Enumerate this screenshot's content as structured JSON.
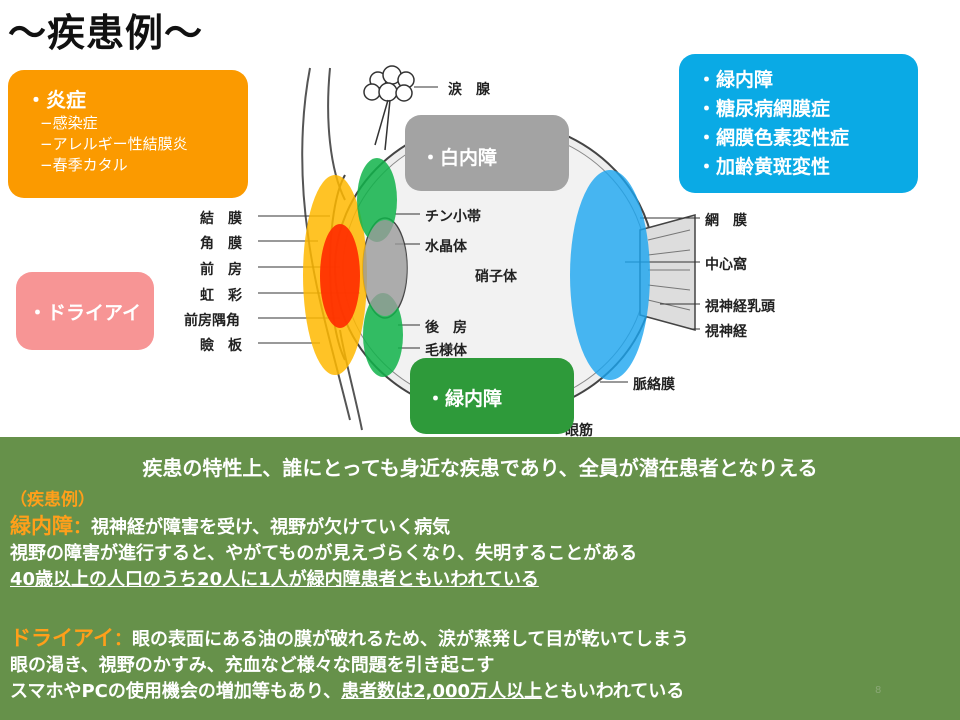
{
  "title": "～疾患例～",
  "boxes": {
    "inflammation": {
      "head": "・炎症",
      "items": [
        "−感染症",
        "−アレルギー性結膜炎",
        "−春季カタル"
      ]
    },
    "dry_eye": "・ドライアイ",
    "cataract": "・白内障",
    "glaucoma": "・緑内障",
    "retina": [
      "・緑内障",
      "・糖尿病網膜症",
      "・網膜色素変性症",
      "・加齢黄斑変性"
    ]
  },
  "labels": {
    "lacrimal_gland": "涙　腺",
    "conjunctiva": "結　膜",
    "cornea": "角　膜",
    "anterior_chamber": "前　房",
    "iris": "虹　彩",
    "angle": "前房隅角",
    "eyelid": "瞼　板",
    "zonule": "チン小帯",
    "lens": "水晶体",
    "vitreous": "硝子体",
    "posterior_chamber": "後　房",
    "ciliary": "毛様体",
    "retina": "網　膜",
    "fovea": "中心窩",
    "optic_disc": "視神経乳頭",
    "optic_nerve": "視神経",
    "choroid": "脈絡膜",
    "eye_muscle": "眼筋"
  },
  "bottom": {
    "summary": "疾患の特性上、誰にとっても身近な疾患であり、全員が潜在患者となりえる",
    "header": "（疾患例）",
    "glaucoma": {
      "name": "緑内障",
      "colon": "：",
      "desc": "視神経が障害を受け、視野が欠けていく病気",
      "line2": "視野の障害が進行すると、やがてものが見えづらくなり、失明することがある",
      "line3": "40歳以上の人口のうち20人に1人が緑内障患者ともいわれている"
    },
    "dry_eye": {
      "name": "ドライアイ",
      "colon": "：",
      "desc": "眼の表面にある油の膜が破れるため、涙が蒸発して目が乾いてしまう",
      "line2": "眼の渇き、視野のかすみ、充血など様々な問題を引き起こす",
      "line3_pre": "スマホやPCの使用機会の増加等もあり、",
      "line3_u": "患者数は2,000万人以上",
      "line3_post": "ともいわれている"
    },
    "page_number": "8"
  }
}
